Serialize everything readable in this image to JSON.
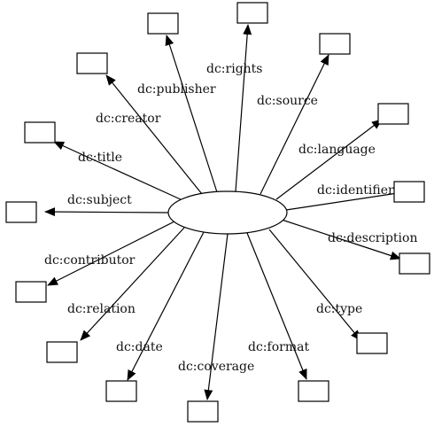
{
  "diagram": {
    "center_node": "",
    "properties": [
      "dc:rights",
      "dc:publisher",
      "dc:source",
      "dc:creator",
      "dc:language",
      "dc:title",
      "dc:identifier",
      "dc:subject",
      "dc:description",
      "dc:contributor",
      "dc:relation",
      "dc:type",
      "dc:date",
      "dc:format",
      "dc:coverage"
    ]
  }
}
